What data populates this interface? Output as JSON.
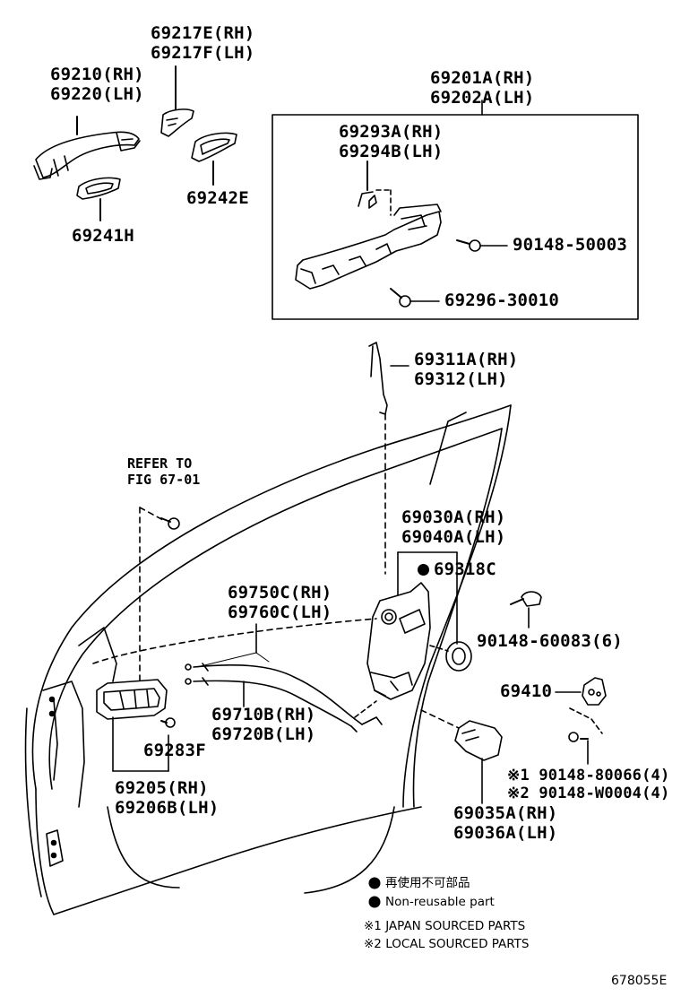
{
  "parts": {
    "p69217": {
      "line1": "69217E(RH)",
      "line2": "69217F(LH)"
    },
    "p69210": {
      "line1": "69210(RH)",
      "line2": "69220(LH)"
    },
    "p69201": {
      "line1": "69201A(RH)",
      "line2": "69202A(LH)"
    },
    "p69293": {
      "line1": "69293A(RH)",
      "line2": "69294B(LH)"
    },
    "p69242": {
      "line1": "69242E"
    },
    "p69241": {
      "line1": "69241H"
    },
    "p90148_50003": {
      "line1": "90148-50003"
    },
    "p69296": {
      "line1": "69296-30010"
    },
    "p69311": {
      "line1": "69311A(RH)",
      "line2": "69312(LH)"
    },
    "refer": {
      "line1": "REFER TO",
      "line2": "FIG 67-01"
    },
    "p69030": {
      "line1": "69030A(RH)",
      "line2": "69040A(LH)"
    },
    "p69318": {
      "line1": "69318C"
    },
    "p69750": {
      "line1": "69750C(RH)",
      "line2": "69760C(LH)"
    },
    "p90148_60083": {
      "line1": "90148-60083(6)"
    },
    "p69410": {
      "line1": "69410"
    },
    "p69710": {
      "line1": "69710B(RH)",
      "line2": "69720B(LH)"
    },
    "p69283": {
      "line1": "69283F"
    },
    "p90148_80066": {
      "line1": "※1 90148-80066(4)"
    },
    "p90148_W0004": {
      "line1": "※2 90148-W0004(4)"
    },
    "p69205": {
      "line1": "69205(RH)",
      "line2": "69206B(LH)"
    },
    "p69035": {
      "line1": "69035A(RH)",
      "line2": "69036A(LH)"
    }
  },
  "legend": {
    "nonreusable_jp": "再使用不可部品",
    "nonreusable_en": "Non-reusable part",
    "note1": "※1 JAPAN SOURCED PARTS",
    "note2": "※2 LOCAL SOURCED PARTS"
  },
  "diagram_id": "678055E"
}
